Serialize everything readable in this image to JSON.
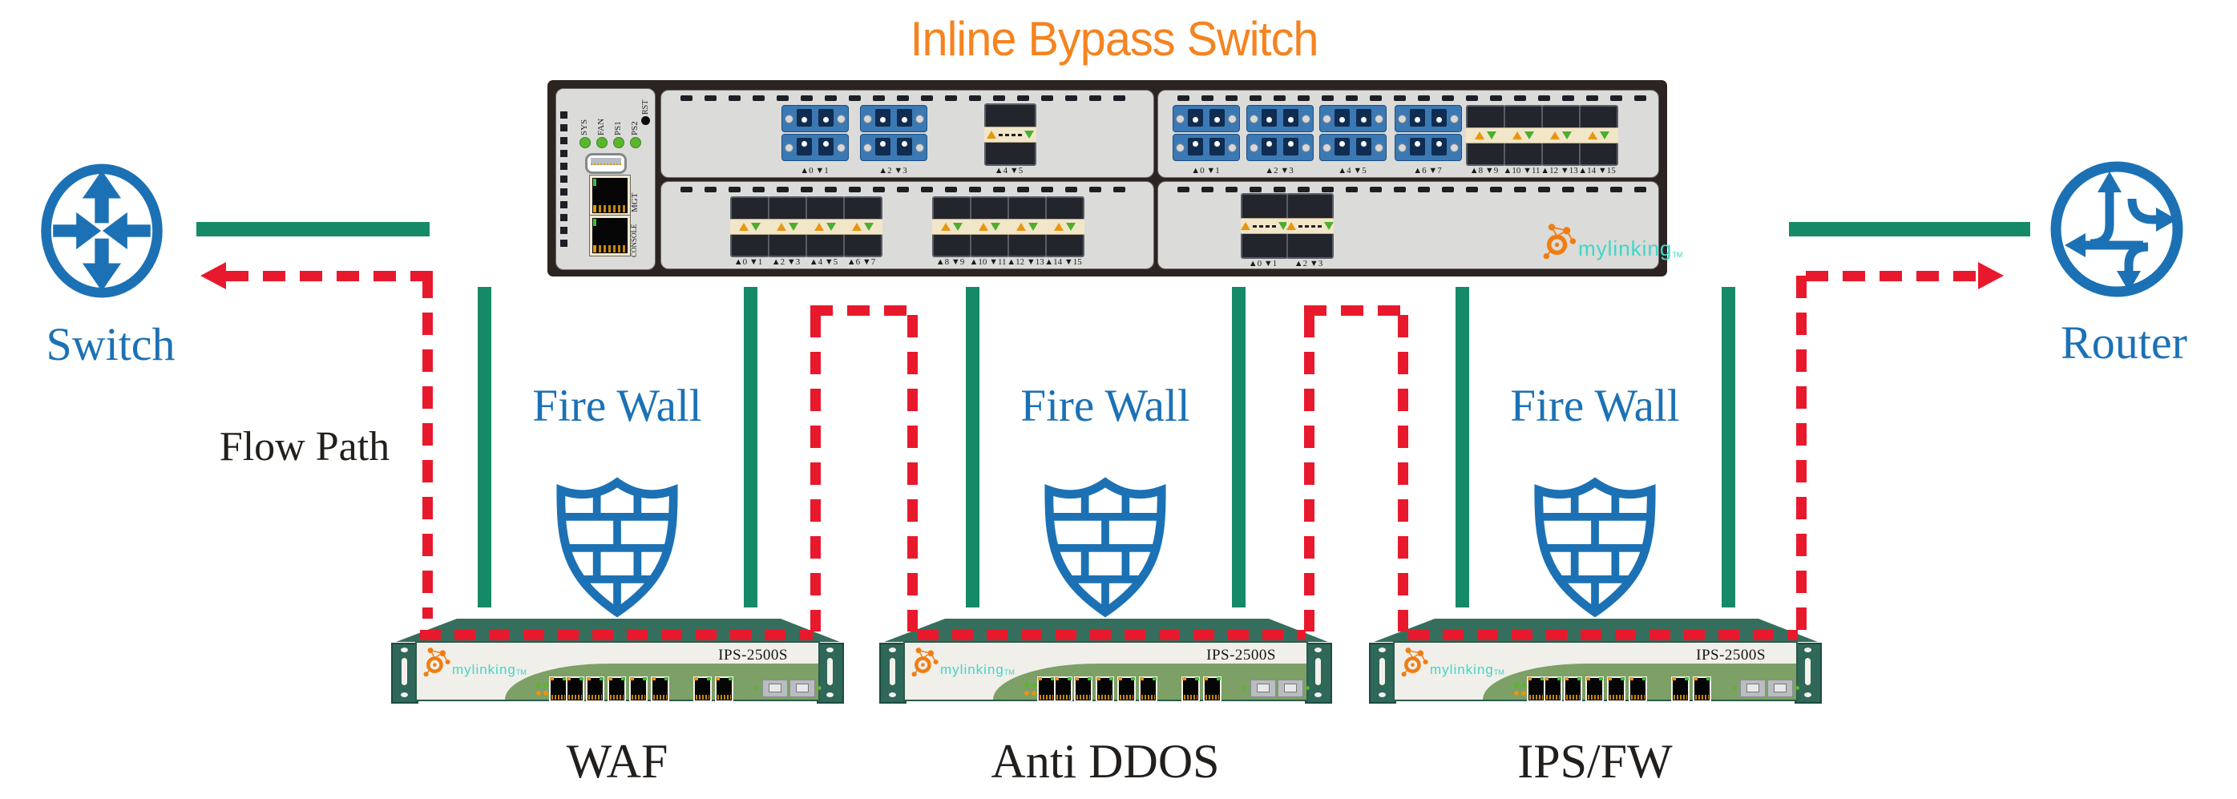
{
  "title": "Inline Bypass Switch",
  "left_node_label": "Switch",
  "right_node_label": "Router",
  "flow_path_label": "Flow Path",
  "colors": {
    "accent_orange": "#F5831F",
    "node_blue": "#1C71B5",
    "link_green": "#168A68",
    "flow_red": "#E8192C",
    "appliance_green": "#7CA066",
    "appliance_top_green": "#366E5D",
    "device_panel_grey": "#DBDBDA",
    "logo_teal": "#3FD6C6",
    "logo_orange": "#F07D12"
  },
  "bypass_switch": {
    "status_leds": [
      "SYS",
      "FAN",
      "PS1",
      "PS2"
    ],
    "reset_label": "RST",
    "mgt_label": "MGT",
    "console_label": "CONSOLE",
    "logo_text": "mylinking",
    "logo_tm": "TM",
    "modules": {
      "upper_left": {
        "lc_port_labels": [
          "▲0 ▼1",
          "▲2 ▼3"
        ],
        "xfp_port_labels": [
          "▲4 ▼5"
        ]
      },
      "upper_right": {
        "lc_port_labels": [
          "▲0 ▼1",
          "▲2 ▼3",
          "▲4 ▼5",
          "▲6 ▼7"
        ],
        "sfp_port_labels": [
          "▲8 ▼9",
          "▲10 ▼11",
          "▲12 ▼13",
          "▲14 ▼15"
        ]
      },
      "lower_left": {
        "sfp_port_labels_left": [
          "▲0 ▼1",
          "▲2 ▼3",
          "▲4 ▼5",
          "▲6 ▼7"
        ],
        "sfp_port_labels_right": [
          "▲8 ▼9",
          "▲10 ▼11",
          "▲12 ▼13",
          "▲14 ▼15"
        ]
      },
      "lower_right": {
        "xfp_port_labels": [
          "▲0 ▼1",
          "▲2 ▼3"
        ]
      }
    }
  },
  "firewalls": [
    {
      "label": "Fire Wall"
    },
    {
      "label": "Fire Wall"
    },
    {
      "label": "Fire Wall"
    }
  ],
  "appliances": [
    {
      "model": "IPS-2500S",
      "logo_text": "mylinking",
      "logo_tm": "TM",
      "label": "WAF"
    },
    {
      "model": "IPS-2500S",
      "logo_text": "mylinking",
      "logo_tm": "TM",
      "label": "Anti DDOS"
    },
    {
      "model": "IPS-2500S",
      "logo_text": "mylinking",
      "logo_tm": "TM",
      "label": "IPS/FW"
    }
  ]
}
